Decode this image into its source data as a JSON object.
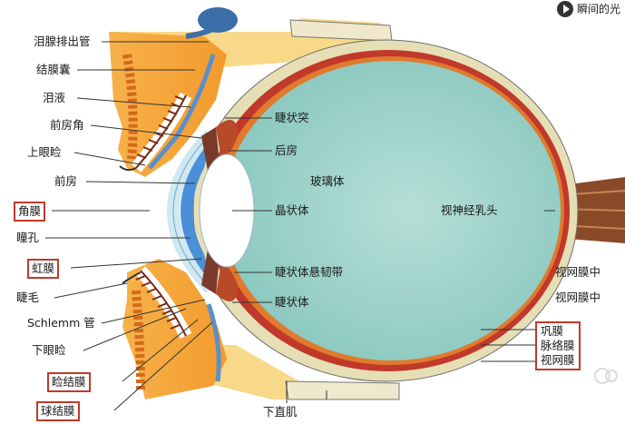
{
  "overlay": {
    "text": "瞬间的光"
  },
  "labels": {
    "lacrimal_duct": "泪腺排出管",
    "conjunctival_sac": "结膜囊",
    "tears": "泪液",
    "anterior_chamber_angle": "前房角",
    "upper_eyelid": "上眼睑",
    "anterior_chamber": "前房",
    "cornea": "角膜",
    "pupil": "瞳孔",
    "iris": "虹膜",
    "eyelash": "睫毛",
    "schlemm": "Schlemm 管",
    "lower_eyelid": "下眼睑",
    "palpebral_conjunctiva": "睑结膜",
    "bulbar_conjunctiva": "球结膜",
    "ciliary_process": "睫状突",
    "posterior_chamber": "后房",
    "vitreous": "玻璃体",
    "lens": "晶状体",
    "zonule": "睫状体悬韧带",
    "ciliary_body": "睫状体",
    "optic_disc": "视神经乳头",
    "retina_center_1": "视网膜中",
    "retina_center_2": "视网膜中",
    "sclera": "巩膜",
    "choroid": "脉络膜",
    "retina": "视网膜",
    "inferior_rectus": "下直肌"
  },
  "colors": {
    "vitreous": "#8fcdc4",
    "sclera": "#e6dfb6",
    "choroid": "#c0392b",
    "retina": "#e07a2c",
    "eyelid_tissue": "#f0a030",
    "cornea": "#cfe8f2",
    "anterior_chamber": "#4a90d9",
    "lens": "#ffffff",
    "label_box": "#c0392b"
  }
}
